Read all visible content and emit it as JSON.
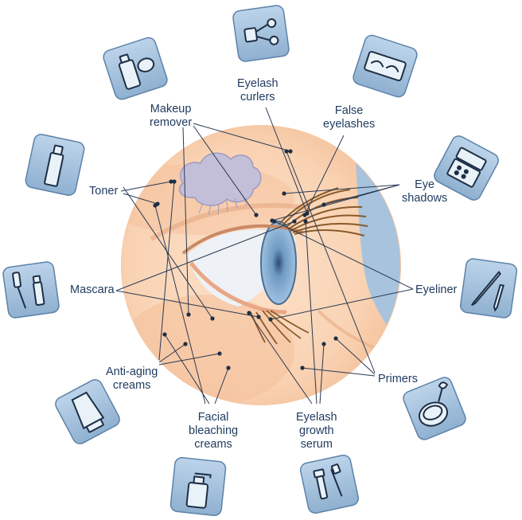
{
  "labels": {
    "eyelash_curlers": [
      "Eyelash",
      "curlers"
    ],
    "makeup_remover": [
      "Makeup",
      "remover"
    ],
    "false_eyelashes": [
      "False",
      "eyelashes"
    ],
    "toner": [
      "Toner"
    ],
    "eye_shadows": [
      "Eye",
      "shadows"
    ],
    "mascara": [
      "Mascara"
    ],
    "eyeliner": [
      "Eyeliner"
    ],
    "anti_aging_creams": [
      "Anti-aging",
      "creams"
    ],
    "primers": [
      "Primers"
    ],
    "facial_bleaching_creams": [
      "Facial",
      "bleaching",
      "creams"
    ],
    "eyelash_growth_serum": [
      "Eyelash",
      "growth",
      "serum"
    ]
  },
  "icons": [
    "eyelash-curler-icon",
    "false-eyelashes-icon",
    "eyeshadow-palette-icon",
    "eyeliner-pencil-icon",
    "compact-brush-icon",
    "mascara-tube-icon",
    "pump-bottle-icon",
    "cream-tube-icon",
    "mascara-wand-icon",
    "toner-spray-bottle-icon",
    "makeup-remover-bottle-icon"
  ],
  "colors": {
    "tile_fill": "#a8c3dc",
    "tile_stroke": "#5d82a8",
    "icon_stroke": "#1d2f45",
    "skin": "#f7cda9",
    "iris": "#7fa7cc",
    "lash": "#8a5a2b",
    "label_text": "#1f3a5f"
  }
}
